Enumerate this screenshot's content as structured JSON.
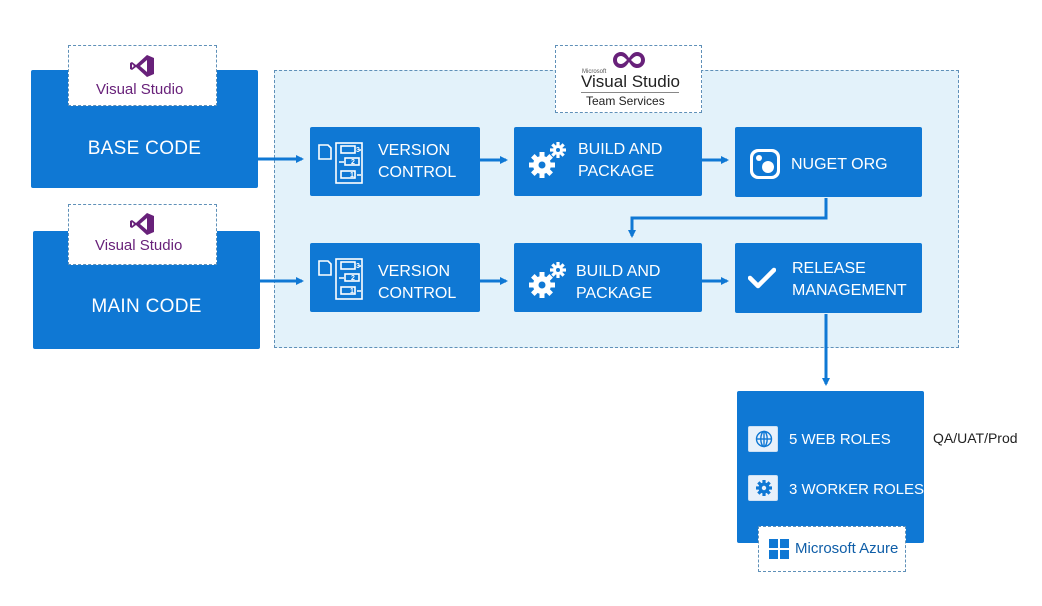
{
  "colors": {
    "accent": "#0f78d4",
    "panel": "#e3f2fa",
    "vs_purple": "#68217a"
  },
  "left": {
    "base": {
      "label": "BASE CODE",
      "logo_text": "Visual Studio"
    },
    "main": {
      "label": "MAIN CODE",
      "logo_text": "Visual Studio"
    }
  },
  "vsts_logo": {
    "brand": "Microsoft",
    "title": "Visual Studio",
    "subtitle": "Team Services"
  },
  "row1": {
    "version_control": [
      "VERSION",
      "CONTROL"
    ],
    "build": [
      "BUILD AND",
      "PACKAGE"
    ],
    "nuget": "NUGET ORG"
  },
  "row2": {
    "version_control": [
      "VERSION",
      "CONTROL"
    ],
    "build": [
      "BUILD AND",
      "PACKAGE"
    ],
    "release": [
      "RELEASE",
      "MANAGEMENT"
    ]
  },
  "azure": {
    "web_roles": "5 WEB ROLES",
    "worker_roles": "3 WORKER ROLES",
    "environments": "QA/UAT/Prod",
    "logo_text": "Microsoft Azure"
  },
  "icons": [
    "visual-studio-icon",
    "versions-icon",
    "gears-icon",
    "nuget-icon",
    "checkmark-icon",
    "globe-icon",
    "gear-icon",
    "windows-icon"
  ]
}
